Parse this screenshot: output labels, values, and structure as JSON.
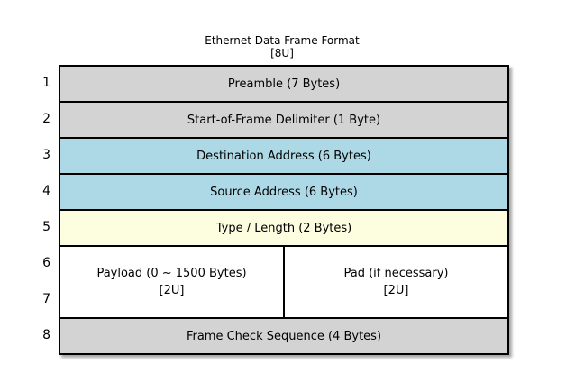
{
  "title": {
    "line1": "Ethernet Data Frame Format",
    "line2": "[8U]"
  },
  "row_numbers": [
    "1",
    "2",
    "3",
    "4",
    "5",
    "6",
    "7",
    "8"
  ],
  "rows": [
    {
      "label": "Preamble (7 Bytes)",
      "color": "#d3d3d3"
    },
    {
      "label": "Start-of-Frame Delimiter (1 Byte)",
      "color": "#d3d3d3"
    },
    {
      "label": "Destination Address (6 Bytes)",
      "color": "#add8e6"
    },
    {
      "label": "Source Address (6 Bytes)",
      "color": "#add8e6"
    },
    {
      "label": "Type / Length (2 Bytes)",
      "color": "#fdfde0"
    },
    {
      "color": "#ffffff",
      "cells": [
        {
          "label": "Payload (0 ~ 1500 Bytes)",
          "sub": "[2U]"
        },
        {
          "label": "Pad (if necessary)",
          "sub": "[2U]"
        }
      ]
    },
    {
      "label": "Frame Check Sequence (4 Bytes)",
      "color": "#d3d3d3"
    }
  ],
  "colors": {
    "background": "#ffffff",
    "border": "#000000",
    "gray": "#d3d3d3",
    "blue": "#add8e6",
    "yellow": "#fdfde0"
  }
}
